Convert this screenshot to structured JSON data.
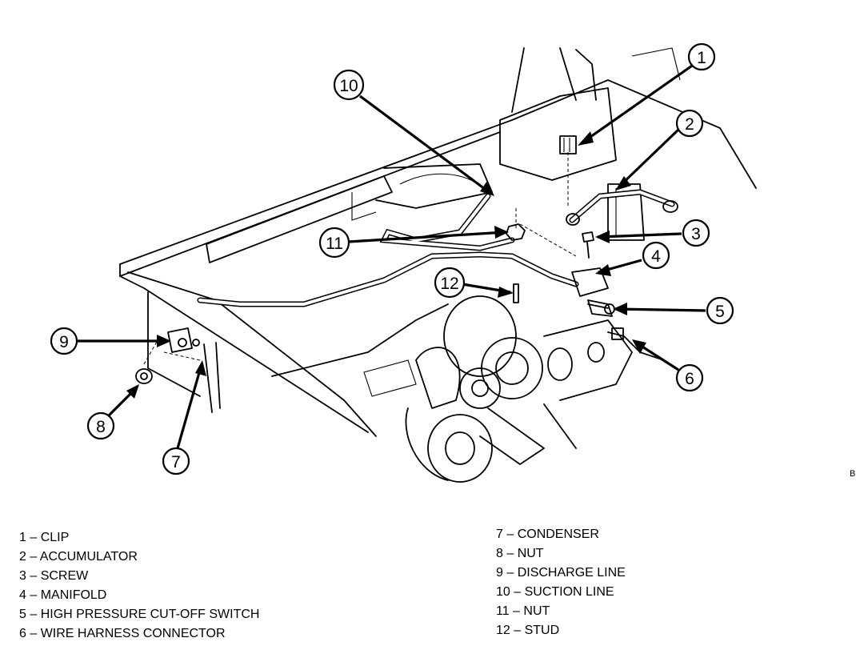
{
  "figure_code": "B",
  "callouts": [
    "1",
    "2",
    "3",
    "4",
    "5",
    "6",
    "7",
    "8",
    "9",
    "10",
    "11",
    "12"
  ],
  "legend_left": [
    "1 – CLIP",
    "2 – ACCUMULATOR",
    "3 – SCREW",
    "4 – MANIFOLD",
    "5 – HIGH PRESSURE CUT-OFF SWITCH",
    "6 – WIRE HARNESS CONNECTOR"
  ],
  "legend_right": [
    "7 – CONDENSER",
    "8 – NUT",
    "9 – DISCHARGE LINE",
    "10 – SUCTION LINE",
    "11 – NUT",
    "12 – STUD"
  ]
}
